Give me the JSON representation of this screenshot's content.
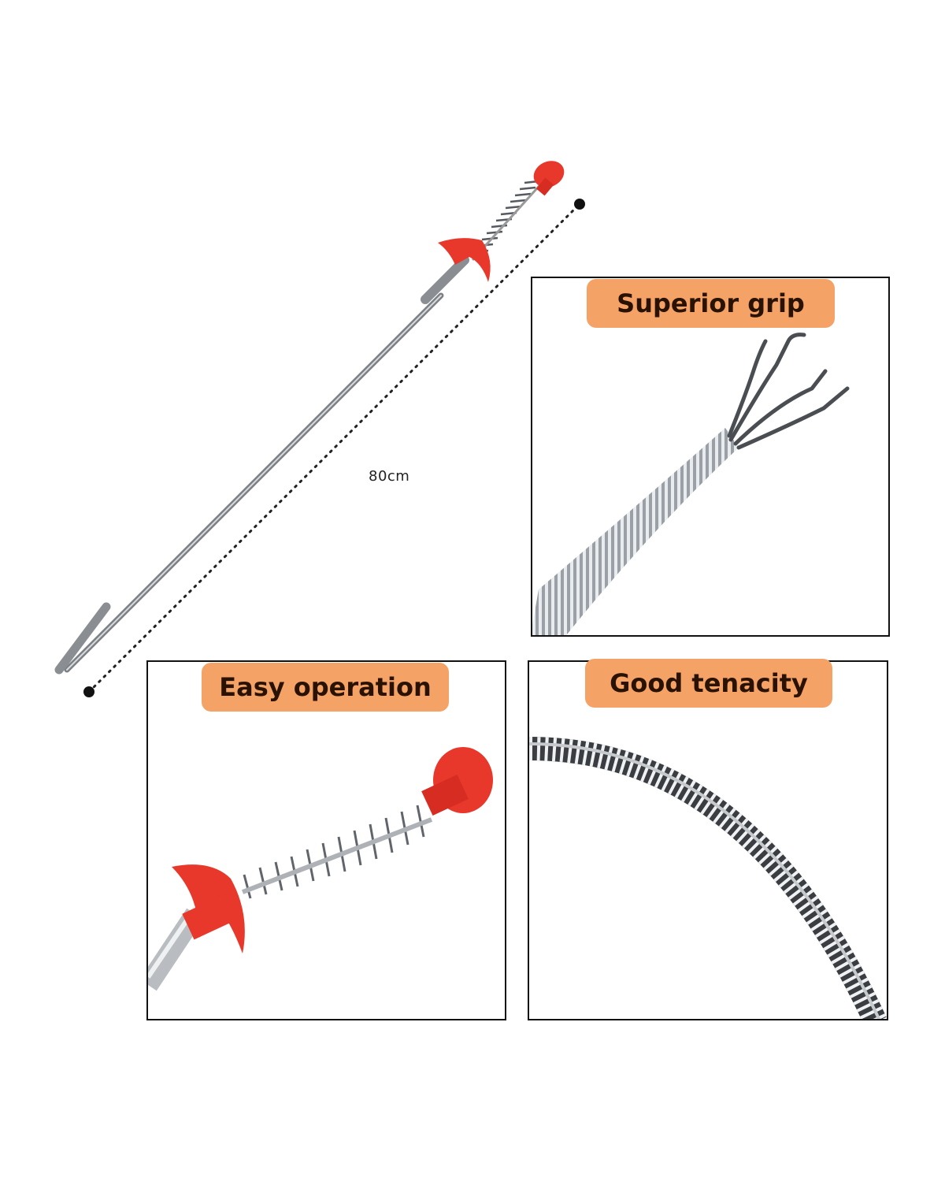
{
  "dimension": {
    "label": "80cm"
  },
  "features": [
    {
      "label": "Superior grip"
    },
    {
      "label": "Easy operation"
    },
    {
      "label": "Good tenacity"
    }
  ],
  "colors": {
    "accent_red": "#e8372b",
    "badge_orange": "#f5a266",
    "badge_text": "#2a1200",
    "border": "#111111",
    "steel": "#9a9ea3"
  },
  "icons": [
    "drain-claw-tool",
    "spring-coil",
    "claw-prongs"
  ]
}
